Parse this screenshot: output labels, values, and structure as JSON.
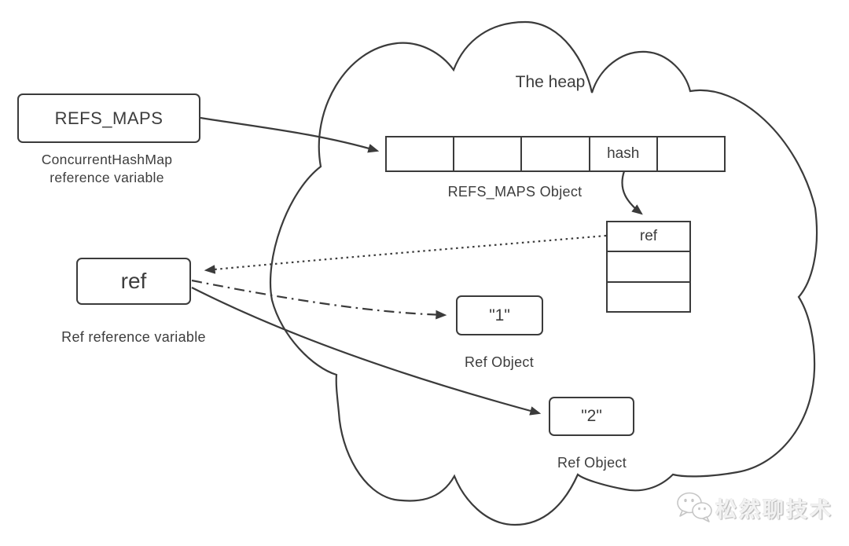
{
  "heap": {
    "title": "The heap"
  },
  "refs_maps_var": {
    "label": "REFS_MAPS",
    "caption_line1": "ConcurrentHashMap",
    "caption_line2": "reference variable"
  },
  "refs_maps_object": {
    "cells": [
      "",
      "",
      "",
      "hash",
      ""
    ],
    "caption": "REFS_MAPS Object"
  },
  "hash_entry_table": {
    "rows": [
      "ref",
      "",
      ""
    ]
  },
  "ref_var": {
    "label": "ref",
    "caption": "Ref reference variable"
  },
  "ref_object_1": {
    "label": "\"1\"",
    "caption": "Ref Object"
  },
  "ref_object_2": {
    "label": "\"2\"",
    "caption": "Ref Object"
  },
  "watermark": {
    "text": "松然聊技术",
    "icon": "wechat-chat-bubbles-icon"
  },
  "colors": {
    "stroke": "#3b3b3b",
    "text": "#3d3d3d",
    "watermark_text": "#f2f2f2"
  }
}
